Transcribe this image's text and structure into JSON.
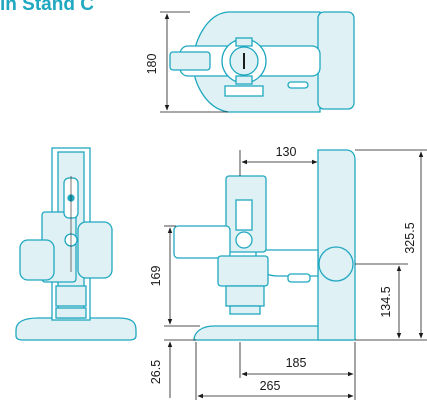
{
  "title": "in Stand C",
  "colors": {
    "accent": "#1fa8c0",
    "fill": "#dff1f4",
    "line": "#1fa8c0",
    "dim_line": "#1a1a1a"
  },
  "dimensions": {
    "top_view_depth": "180",
    "arm_reach": "130",
    "total_height": "325.5",
    "column_height": "134.5",
    "arm_height": "169",
    "base_thickness": "26.5",
    "inner_base": "185",
    "base_width": "265"
  }
}
